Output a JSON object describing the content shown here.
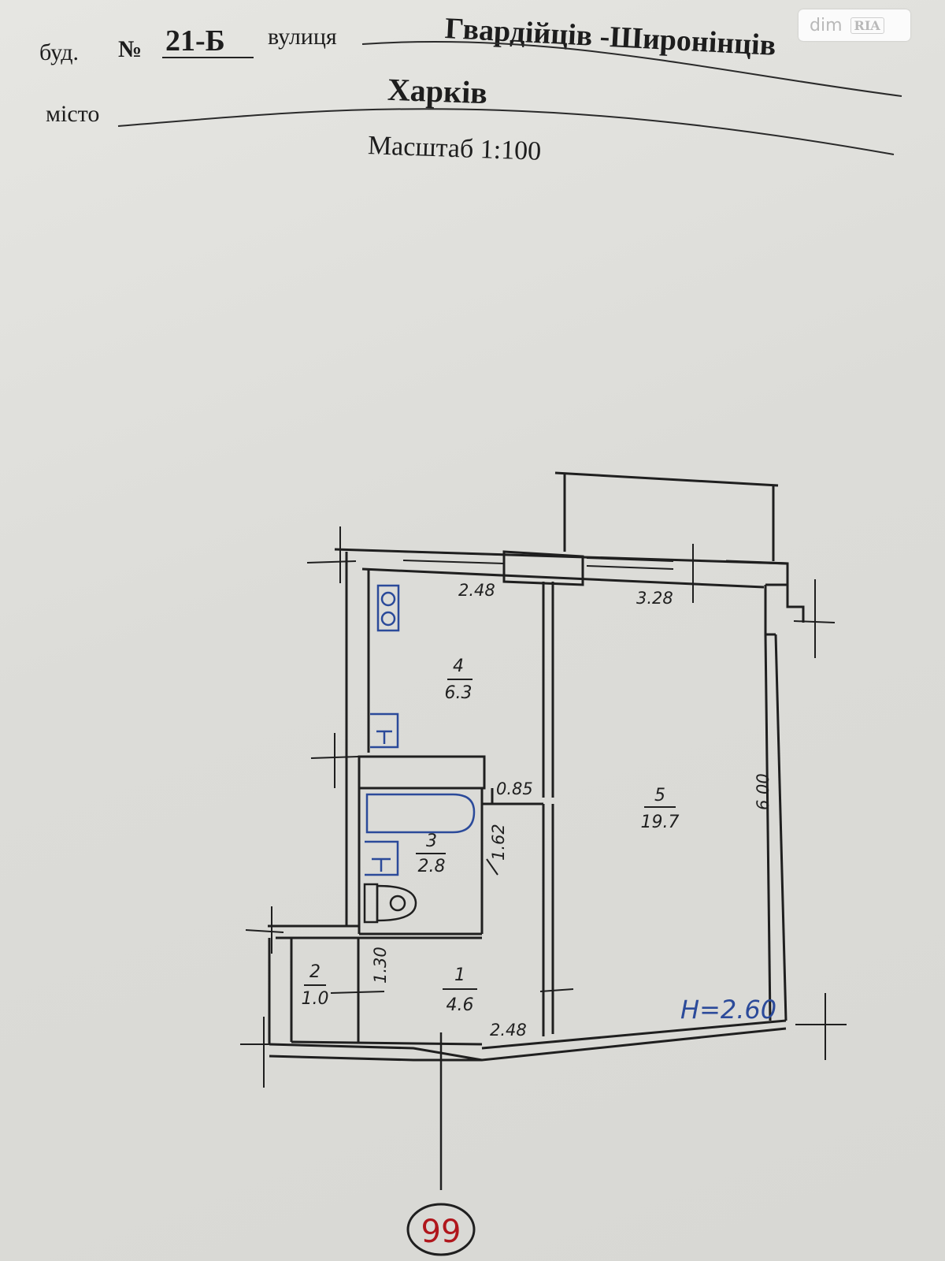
{
  "header": {
    "building_label": "буд.",
    "number_sign": "№",
    "building_number": "21-Б",
    "street_label": "вулиця",
    "street_name": "Гвардійців -Широнінців",
    "city_label": "місто",
    "city_name": "Харків",
    "scale": "Масштаб 1:100"
  },
  "watermark": {
    "brand_main": "dim",
    "brand_sub": "RIA"
  },
  "plan": {
    "rooms": [
      {
        "number": "4",
        "area": "6.3"
      },
      {
        "number": "5",
        "area": "19.7"
      },
      {
        "number": "3",
        "area": "2.8"
      },
      {
        "number": "2",
        "area": "1.0"
      },
      {
        "number": "1",
        "area": "4.6"
      }
    ],
    "dimensions": {
      "kitchen_width": "2.48",
      "room_width": "3.28",
      "room_length": "6.00",
      "bath_door": "0.85",
      "bath_length": "1.62",
      "storage_length": "1.30",
      "hall_width": "2.48"
    },
    "ceiling_height": "H=2.60",
    "apartment_number": "99",
    "colors": {
      "ink": "#1f1f1f",
      "blue_ink": "#2b4a9a",
      "red_ink": "#b0161c"
    }
  }
}
